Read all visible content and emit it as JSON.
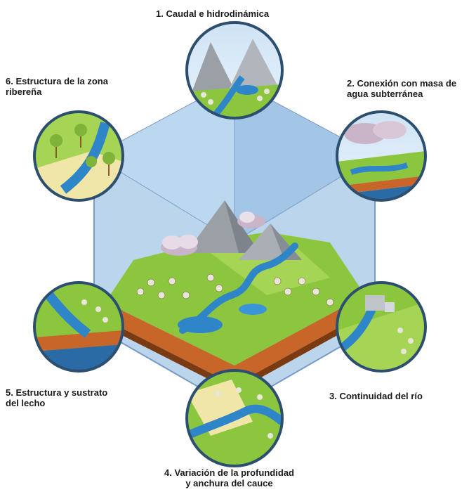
{
  "labels": {
    "l1": {
      "line1": "1. Caudal e hidrodinámica"
    },
    "l2": {
      "line1": "2. Conexión con masa de",
      "line2": "agua subterránea"
    },
    "l3": {
      "line1": "3. Continuidad del río"
    },
    "l4": {
      "line1": "4. Variación de la profundidad",
      "line2": "y anchura del cauce"
    },
    "l5": {
      "line1": "5. Estructura y sustrato",
      "line2": "del lecho"
    },
    "l6": {
      "line1": "6. Estructura de la zona",
      "line2": "ribereña"
    }
  },
  "colors": {
    "hexagon_fill": "#a9cbe8",
    "hexagon_stroke": "#6a8fbf",
    "circle_border": "#2d4f6f",
    "grass": "#8cc63f",
    "water": "#2e86c9",
    "soil": "#c8662a",
    "mountain": "#9aa0a6"
  },
  "icons": [
    "mountain-icon",
    "tree-icon",
    "cloud-icon",
    "river-icon",
    "dam-icon"
  ]
}
